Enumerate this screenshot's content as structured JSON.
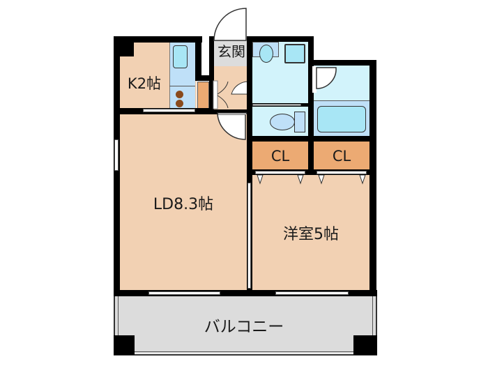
{
  "floorplan": {
    "rooms": {
      "kitchen": {
        "label": "K2帖",
        "color": "#f2d1b3"
      },
      "entrance": {
        "label": "玄関",
        "color": "#dcdcdc"
      },
      "living_dining": {
        "label": "LD8.3帖",
        "color": "#f2d1b3"
      },
      "western_room": {
        "label": "洋室5帖",
        "color": "#f2d1b3"
      },
      "closet_1": {
        "label": "CL",
        "color": "#ecaa73"
      },
      "closet_2": {
        "label": "CL",
        "color": "#ecaa73"
      },
      "balcony": {
        "label": "バルコニー",
        "color": "#dcdcdc"
      }
    },
    "colors": {
      "wall": "#000000",
      "wet_area": "#d2f3fb",
      "fixture_blue": "#bfe0f8",
      "fixture_cyan": "#a8e6f5",
      "stove_burner": "#8a4a1c"
    }
  }
}
